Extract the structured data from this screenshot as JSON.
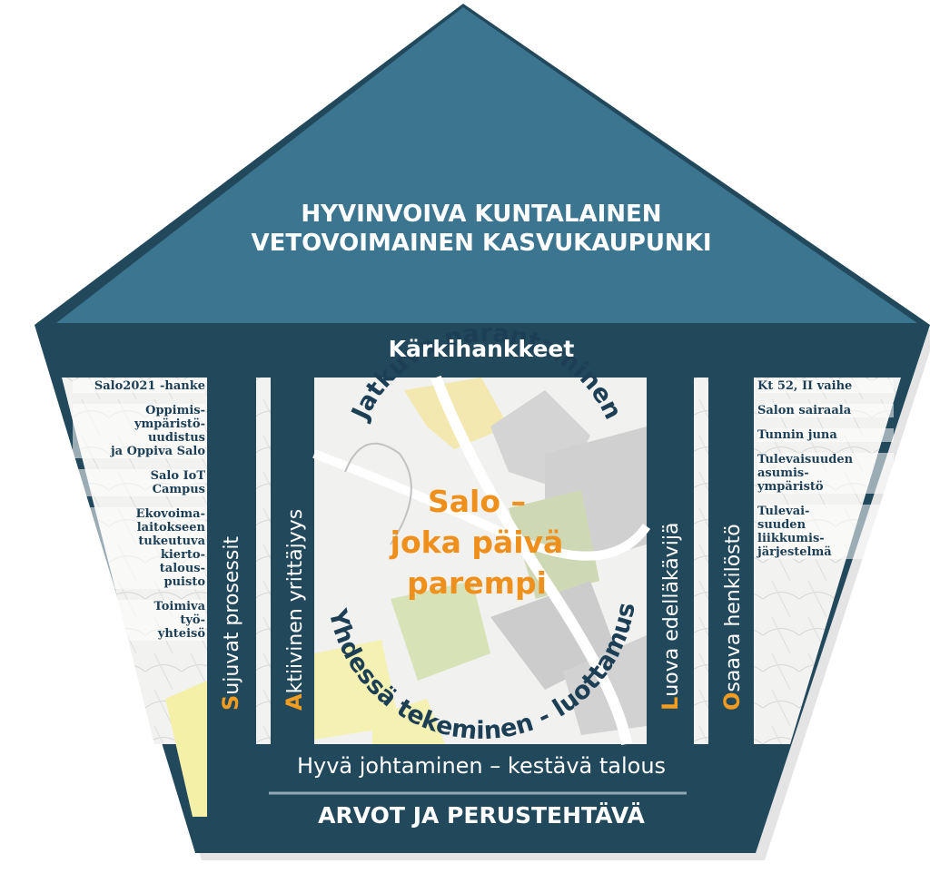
{
  "roof": {
    "line1": "HYVINVOIVA KUNTALAINEN",
    "line2": "VETOVOIMAINEN KASVUKAUPUNKI"
  },
  "beam": {
    "title": "Kärkihankkeet"
  },
  "left_projects": [
    "Salo2021 -hanke",
    "Oppimis-\nympäristö-\nuudistus\nja Oppiva Salo",
    "Salo IoT\nCampus",
    "Ekovoima-\nlaitokseen\ntukeutuva\nkierto-\ntalous-\npuisto",
    "Toimiva\ntyö-\nyhteisö"
  ],
  "right_projects": [
    "Kt 52, II vaihe",
    "Salon sairaala",
    "Tunnin juna",
    "Tulevaisuuden\nasumis-\nympäristö",
    "Tulevai-\nsuuden\nliikkumis-\njärjestelmä"
  ],
  "pillars": [
    {
      "initial": "S",
      "rest": "ujuvat prosessit"
    },
    {
      "initial": "A",
      "rest": "ktiivinen yrittäjyys"
    },
    {
      "initial": "L",
      "rest": "uova edelläkävijä"
    },
    {
      "initial": "O",
      "rest": "saava henkilöstö"
    }
  ],
  "center": {
    "arc_top": "Jatkuva parantaminen",
    "arc_bottom": "Yhdessä tekeminen - luottamus",
    "motto_line1": "Salo –",
    "motto_line2": "joka päivä",
    "motto_line3": "parempi"
  },
  "foundation": {
    "line1": "Hyvä johtaminen – kestävä talous",
    "line2": "ARVOT JA PERUSTEHTÄVÄ"
  },
  "colors": {
    "roof": "#3c7590",
    "frame": "#22485c",
    "accent": "#f39c1f",
    "dark_text": "#1d3f55"
  }
}
